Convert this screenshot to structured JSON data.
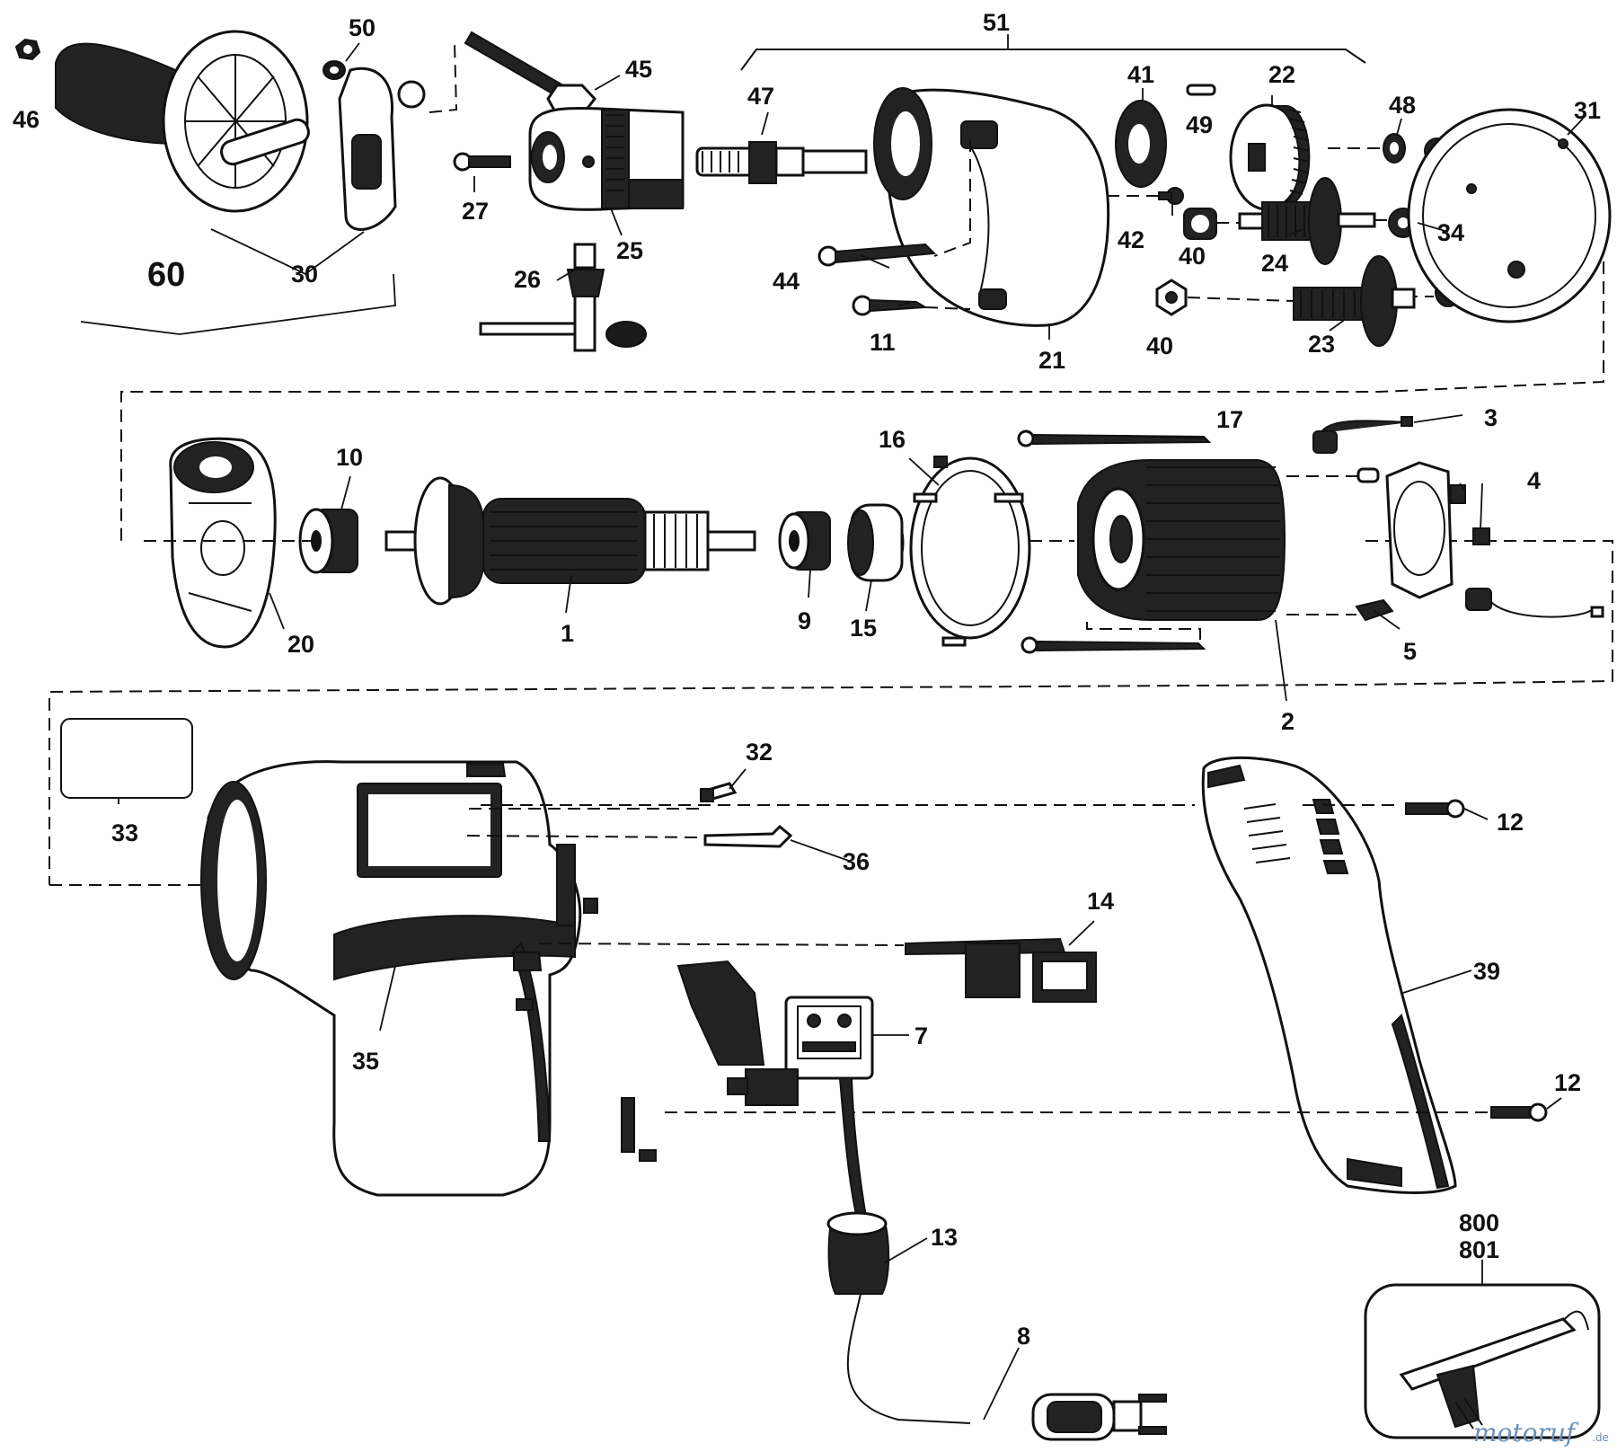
{
  "labels": {
    "l46": "46",
    "l50": "50",
    "l45": "45",
    "l47": "47",
    "l51": "51",
    "l41": "41",
    "l49": "49",
    "l22": "22",
    "l48": "48",
    "l31": "31",
    "l27": "27",
    "l25": "25",
    "l30": "30",
    "l26": "26",
    "l60": "60",
    "l44": "44",
    "l11": "11",
    "l21": "21",
    "l42": "42",
    "l40a": "40",
    "l40b": "40",
    "l24": "24",
    "l34": "34",
    "l23": "23",
    "l10": "10",
    "l16": "16",
    "l17": "17",
    "l3": "3",
    "l4": "4",
    "l20": "20",
    "l1": "1",
    "l9": "9",
    "l15": "15",
    "l5": "5",
    "l2": "2",
    "l32": "32",
    "l33": "33",
    "l36": "36",
    "l12a": "12",
    "l14": "14",
    "l35": "35",
    "l7": "7",
    "l39": "39",
    "l12b": "12",
    "l13": "13",
    "l8": "8",
    "l800": "800",
    "l801": "801"
  },
  "watermark": {
    "brand": "motoruf",
    "suffix": ".de"
  }
}
